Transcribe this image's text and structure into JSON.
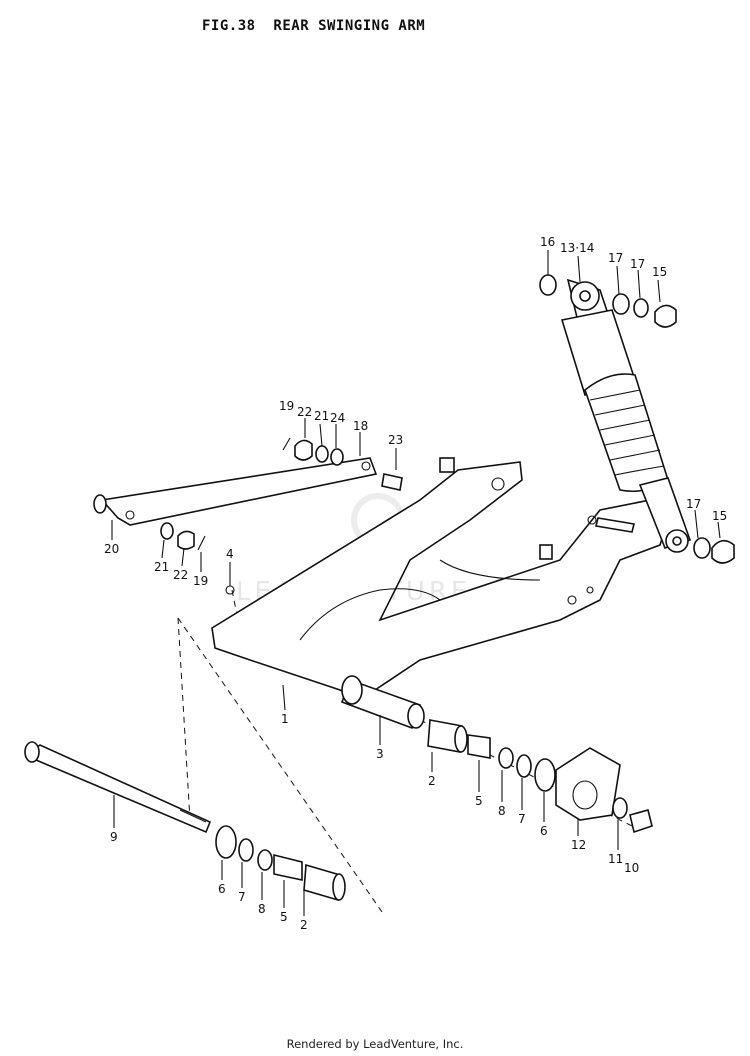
{
  "figure": {
    "title": "FIG.38  REAR SWINGING ARM",
    "watermark": "LEADVENTURE",
    "credit": "Rendered by LeadVenture, Inc."
  },
  "callouts": [
    {
      "id": "c16",
      "label": "16"
    },
    {
      "id": "c1314",
      "label": "13·14"
    },
    {
      "id": "c17a",
      "label": "17"
    },
    {
      "id": "c17b",
      "label": "17"
    },
    {
      "id": "c15a",
      "label": "15"
    },
    {
      "id": "c19a",
      "label": "19"
    },
    {
      "id": "c22a",
      "label": "22"
    },
    {
      "id": "c21a",
      "label": "21"
    },
    {
      "id": "c24",
      "label": "24"
    },
    {
      "id": "c18",
      "label": "18"
    },
    {
      "id": "c23",
      "label": "23"
    },
    {
      "id": "c17c",
      "label": "17"
    },
    {
      "id": "c15b",
      "label": "15"
    },
    {
      "id": "c20",
      "label": "20"
    },
    {
      "id": "c21b",
      "label": "21"
    },
    {
      "id": "c22b",
      "label": "22"
    },
    {
      "id": "c19b",
      "label": "19"
    },
    {
      "id": "c4",
      "label": "4"
    },
    {
      "id": "c1",
      "label": "1"
    },
    {
      "id": "c3",
      "label": "3"
    },
    {
      "id": "c2a",
      "label": "2"
    },
    {
      "id": "c5a",
      "label": "5"
    },
    {
      "id": "c8a",
      "label": "8"
    },
    {
      "id": "c7a",
      "label": "7"
    },
    {
      "id": "c6a",
      "label": "6"
    },
    {
      "id": "c12",
      "label": "12"
    },
    {
      "id": "c11",
      "label": "11"
    },
    {
      "id": "c10",
      "label": "10"
    },
    {
      "id": "c9",
      "label": "9"
    },
    {
      "id": "c6b",
      "label": "6"
    },
    {
      "id": "c7b",
      "label": "7"
    },
    {
      "id": "c8b",
      "label": "8"
    },
    {
      "id": "c5b",
      "label": "5"
    },
    {
      "id": "c2b",
      "label": "2"
    }
  ]
}
